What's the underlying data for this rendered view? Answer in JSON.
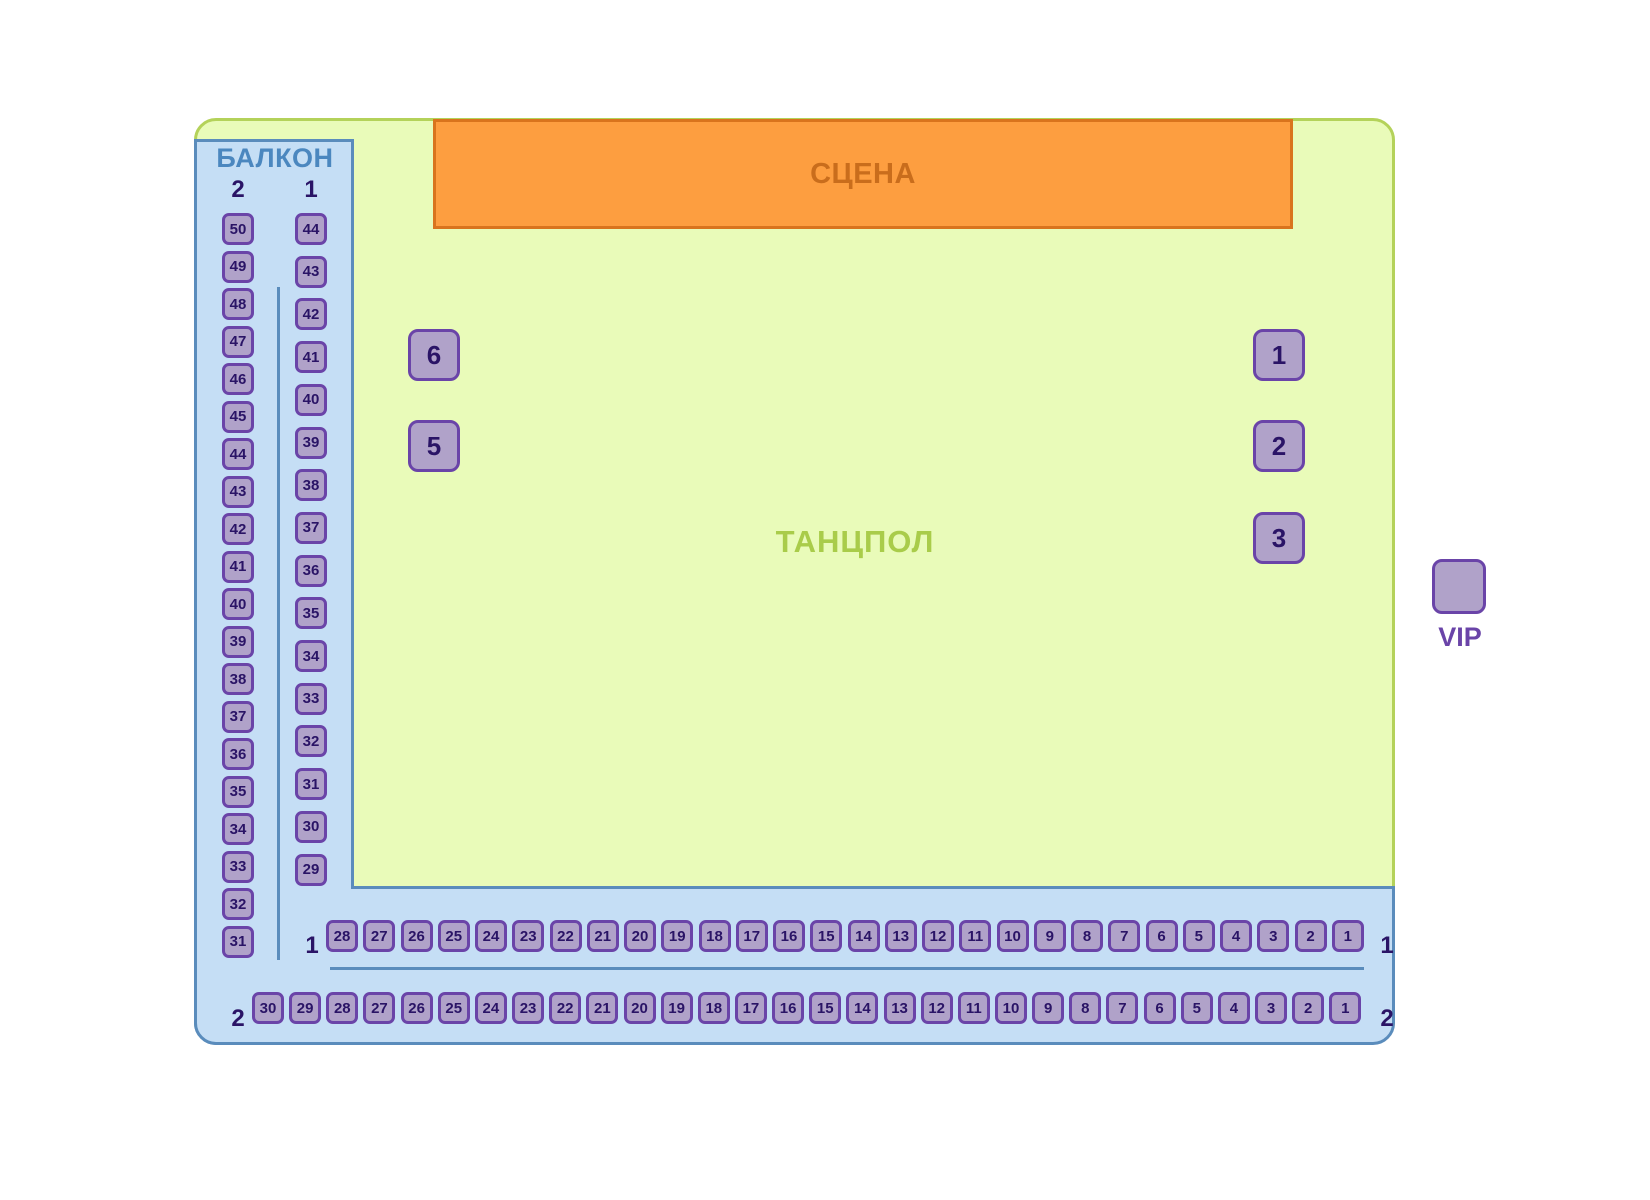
{
  "stage": {
    "label": "СЦЕНА"
  },
  "dancefloor": {
    "label": "ТАНЦПОЛ"
  },
  "balcony": {
    "title": "БАЛКОН",
    "left_columns": [
      {
        "row_label": "2",
        "seats": [
          "50",
          "49",
          "48",
          "47",
          "46",
          "45",
          "44",
          "43",
          "42",
          "41",
          "40",
          "39",
          "38",
          "37",
          "36",
          "35",
          "34",
          "33",
          "32",
          "31"
        ]
      },
      {
        "row_label": "1",
        "seats": [
          "44",
          "43",
          "42",
          "41",
          "40",
          "39",
          "38",
          "37",
          "36",
          "35",
          "34",
          "33",
          "32",
          "31",
          "30",
          "29"
        ]
      }
    ],
    "bottom_rows": [
      {
        "row_label": "1",
        "seats": [
          "28",
          "27",
          "26",
          "25",
          "24",
          "23",
          "22",
          "21",
          "20",
          "19",
          "18",
          "17",
          "16",
          "15",
          "14",
          "13",
          "12",
          "11",
          "10",
          "9",
          "8",
          "7",
          "6",
          "5",
          "4",
          "3",
          "2",
          "1"
        ]
      },
      {
        "row_label": "2",
        "seats": [
          "30",
          "29",
          "28",
          "27",
          "26",
          "25",
          "24",
          "23",
          "22",
          "21",
          "20",
          "19",
          "18",
          "17",
          "16",
          "15",
          "14",
          "13",
          "12",
          "11",
          "10",
          "9",
          "8",
          "7",
          "6",
          "5",
          "4",
          "3",
          "2",
          "1"
        ]
      }
    ]
  },
  "tables": {
    "left": [
      "6",
      "5"
    ],
    "right": [
      "1",
      "2",
      "3"
    ]
  },
  "vip": {
    "label": "VIP"
  },
  "colors": {
    "dancefloor": "#e9fbb9",
    "dancefloor_border": "#b4d25a",
    "balcony": "#c5def5",
    "balcony_border": "#5a8cbc",
    "stage": "#fd9e40",
    "seat_fill": "#b0a2c9",
    "seat_border": "#6a44a8",
    "seat_text": "#2a1466"
  }
}
